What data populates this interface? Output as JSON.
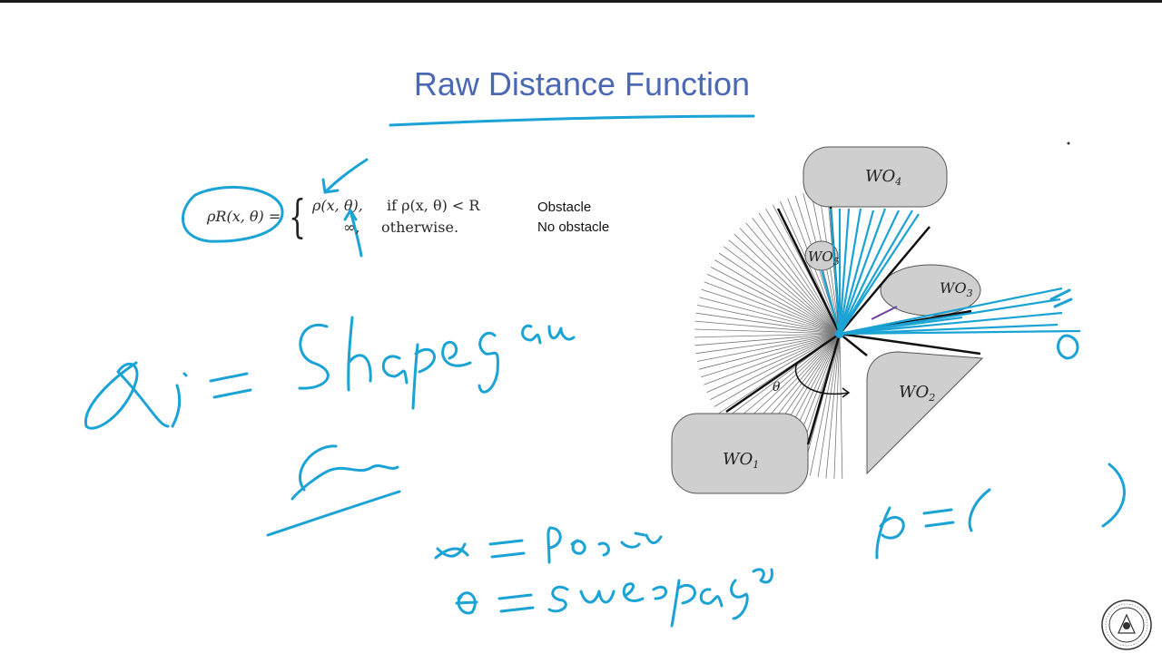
{
  "slide": {
    "title": "Raw Distance Function",
    "formula": {
      "lhs": "ρR(x, θ) =",
      "case1_value": "ρ(x, θ),",
      "case1_condition": "if ρ(x, θ) < R",
      "case2_value": "∞,",
      "case2_condition": "otherwise."
    },
    "annotations": {
      "case1": "Obstacle",
      "case2": "No obstacle"
    },
    "diagram": {
      "obstacles": [
        {
          "name": "WO",
          "sub": "1"
        },
        {
          "name": "WO",
          "sub": "2"
        },
        {
          "name": "WO",
          "sub": "3"
        },
        {
          "name": "WO",
          "sub": "4"
        },
        {
          "name": "WO",
          "sub": "5"
        }
      ],
      "angle_label": "θ"
    }
  },
  "colors": {
    "title": "#4a68b3",
    "ink": "#1aa3d4",
    "obstacle_fill": "#cfcfcf",
    "obstacle_stroke": "#555555"
  }
}
